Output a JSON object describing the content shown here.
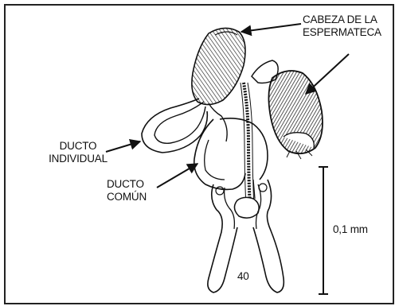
{
  "labels": {
    "spermatheca_head_line1": "CABEZA DE LA",
    "spermatheca_head_line2": "ESPERMATECA",
    "individual_duct_line1": "DUCTO",
    "individual_duct_line2": "INDIVIDUAL",
    "common_duct_line1": "DUCTO",
    "common_duct_line2": "COMÚN",
    "scale_bar": "0,1 mm",
    "figure_number": "40"
  },
  "colors": {
    "ink": "#111111",
    "frame": "#222222",
    "background": "#ffffff"
  }
}
